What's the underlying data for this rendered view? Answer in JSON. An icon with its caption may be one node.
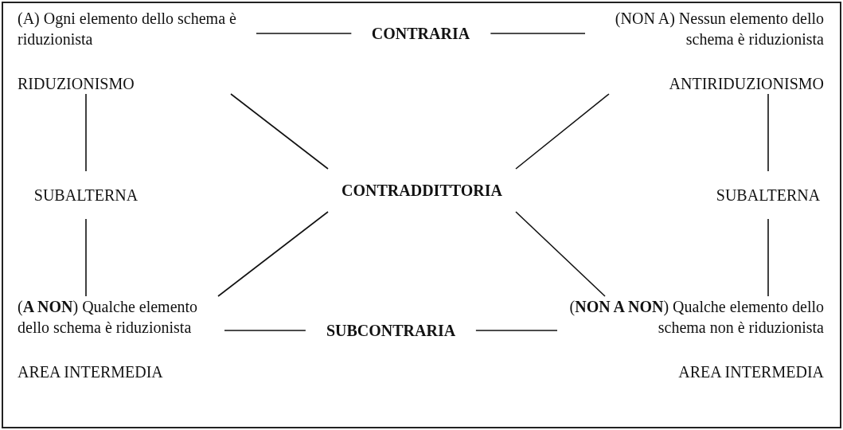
{
  "diagram": {
    "nodes": [
      {
        "text": [
          "(A) Ogni elemento dello schema è riduzionista"
        ],
        "beside": [
          "RIDUZIONISMO"
        ]
      },
      {
        "text": [
          "(NON A) Nessun elemento dello schema è riduzionista"
        ],
        "beside": [
          "ANTIRIDUZIONISMO"
        ]
      },
      {
        "text": [
          "(**A NON**) Qualche elemento dello schema è riduzionista"
        ],
        "beside": [
          "AREA INTERMEDIA"
        ]
      },
      {
        "text": [
          "(**NON A NON**) Qualche elemento dello schema non è riduzionista"
        ],
        "beside": [
          "AREA INTERMEDIA"
        ]
      },
      {
        "text": [
          "CONTRADDITTORIA"
        ]
      }
    ],
    "edges": [
      {
        "from": 0,
        "to": 1,
        "arrow": "none",
        "label": "CONTRARIA"
      },
      {
        "from": 0,
        "to": 2,
        "arrow": "none",
        "label": "SUBALTERNA"
      },
      {
        "from": 1,
        "to": 3,
        "arrow": "none",
        "label": "SUBALTERNA"
      },
      {
        "from": 2,
        "to": 3,
        "arrow": "none",
        "label": "SUBCONTRARIA"
      },
      {
        "from": 0,
        "to": 4,
        "arrow": "none"
      },
      {
        "from": 1,
        "to": 4,
        "arrow": "none"
      },
      {
        "from": 4,
        "to": 2,
        "arrow": "none"
      },
      {
        "from": 4,
        "to": 3,
        "arrow": "none"
      }
    ]
  }
}
